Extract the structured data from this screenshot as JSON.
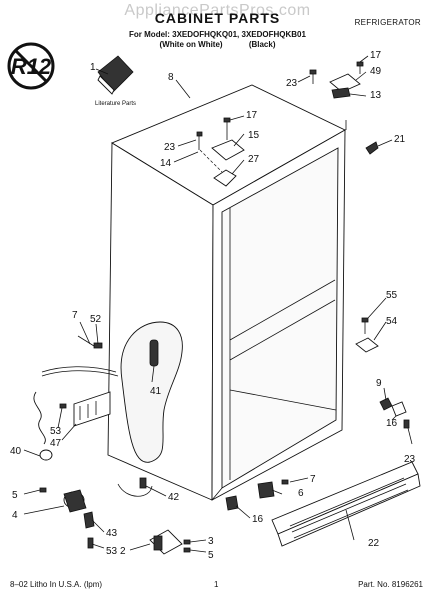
{
  "header": {
    "watermark": "AppliancePartsPros.com",
    "title": "CABINET PARTS",
    "category": "REFRIGERATOR",
    "models": "For Model: 3XEDOFHQKQ01, 3XEDOFHQKB01",
    "finish_white": "(White on White)",
    "finish_black": "(Black)"
  },
  "badge": {
    "text": "R12",
    "icon": "no-r12-prohibition-icon"
  },
  "literature_label": "Literature Parts",
  "callouts": {
    "c1": "1",
    "c8": "8",
    "c17a": "17",
    "c49": "49",
    "c23a": "23",
    "c13": "13",
    "c17b": "17",
    "c15": "15",
    "c23b": "23",
    "c14": "14",
    "c27": "27",
    "c21": "21",
    "c55": "55",
    "c54": "54",
    "c7a": "7",
    "c52": "52",
    "c41": "41",
    "c9": "9",
    "c53a": "53",
    "c47": "47",
    "c40": "40",
    "c16a": "16",
    "c23c": "23",
    "c7b": "7",
    "c6": "6",
    "c5a": "5",
    "c42": "42",
    "c4": "4",
    "c16b": "16",
    "c43": "43",
    "c22": "22",
    "c3": "3",
    "c2": "2",
    "c5b": "5",
    "c53b": "53"
  },
  "footer": {
    "left": "8–02 Litho In U.S.A. (lpm)",
    "page": "1",
    "right": "Part. No. 8196261"
  }
}
